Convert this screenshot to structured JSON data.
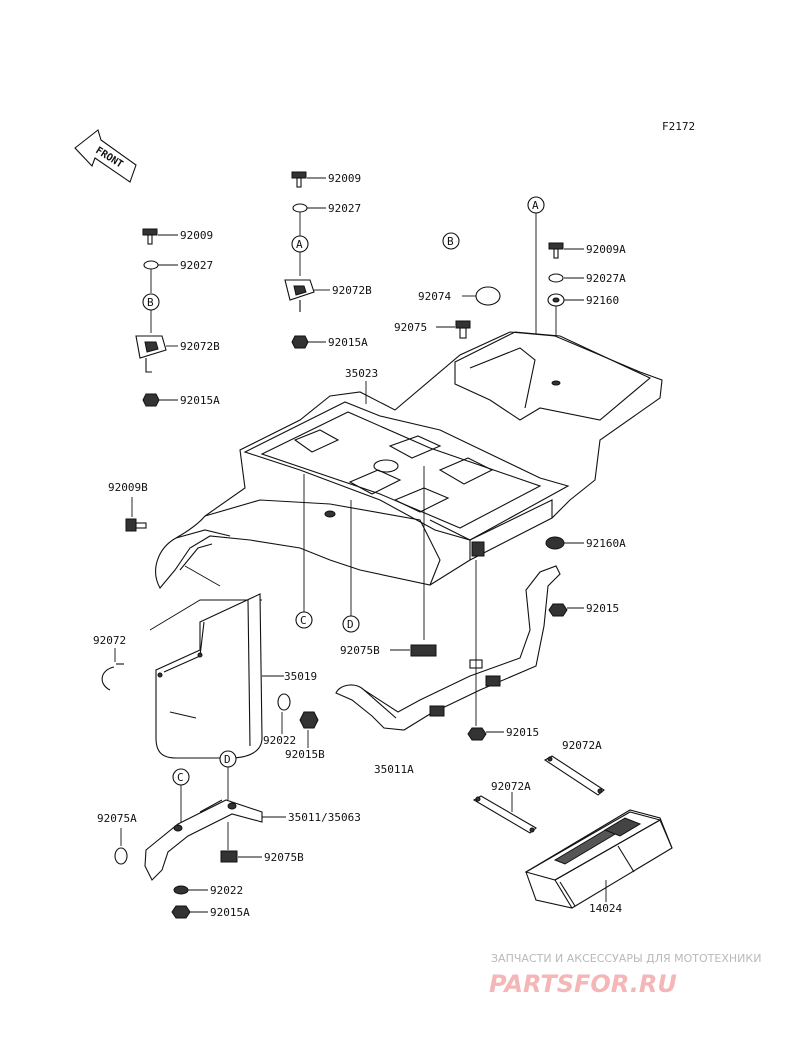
{
  "figure_code": "F2172",
  "front_label": "FRONT",
  "ref_letters": {
    "a": "A",
    "b": "B",
    "c": "C",
    "d": "D"
  },
  "part_numbers": {
    "p92009_top": "92009",
    "p92027_top": "92027",
    "p92072B_top": "92072B",
    "p92015A_top": "92015A",
    "p92009_left": "92009",
    "p92027_left": "92027",
    "p92072B_left": "92072B",
    "p92015A_left": "92015A",
    "p92074": "92074",
    "p92075": "92075",
    "p92009A": "92009A",
    "p92027A": "92027A",
    "p92160": "92160",
    "p35023": "35023",
    "p92009B": "92009B",
    "p92160A": "92160A",
    "p92015_right": "92015",
    "p92072": "92072",
    "p35019": "35019",
    "p92075B_mid": "92075B",
    "p92022_mid": "92022",
    "p92015B": "92015B",
    "p92015_bottom": "92015",
    "p35011A": "35011A",
    "p92072A_right": "92072A",
    "p92072A_left": "92072A",
    "p92075A": "92075A",
    "p35011_35063": "35011/35063",
    "p92075B_low": "92075B",
    "p92022_low": "92022",
    "p92015A_low": "92015A",
    "p14024": "14024"
  },
  "watermark": {
    "tagline": "ЗАПЧАСТИ И АКСЕССУАРЫ ДЛЯ МОТОТЕХНИКИ",
    "brand": "PARTSFOR.RU",
    "color": "#e53935"
  }
}
